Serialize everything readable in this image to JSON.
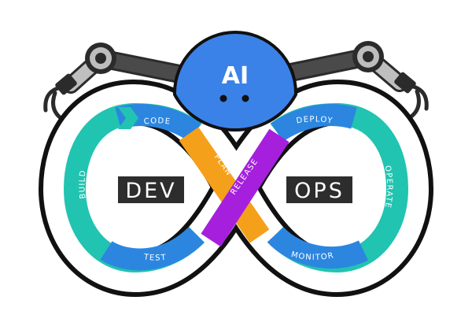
{
  "robot": {
    "head_text": "AI"
  },
  "loop": {
    "left_panel": "DEV",
    "right_panel": "OPS",
    "stages": {
      "code": "CODE",
      "build": "BUILD",
      "test": "TEST",
      "plan": "PLAN",
      "release": "RELEASE",
      "deploy": "DEPLOY",
      "operate": "OPERATE",
      "monitor": "MONITOR"
    }
  },
  "colors": {
    "outline": "#111111",
    "teal": "#21c4b0",
    "blue": "#2c86e0",
    "orange": "#f5a01a",
    "purple": "#a51fdc",
    "robot_blue": "#3b82e8",
    "arm_grey": "#444444",
    "joint_grey": "#bdbdbd",
    "panel_dark": "#2d2d2d"
  }
}
